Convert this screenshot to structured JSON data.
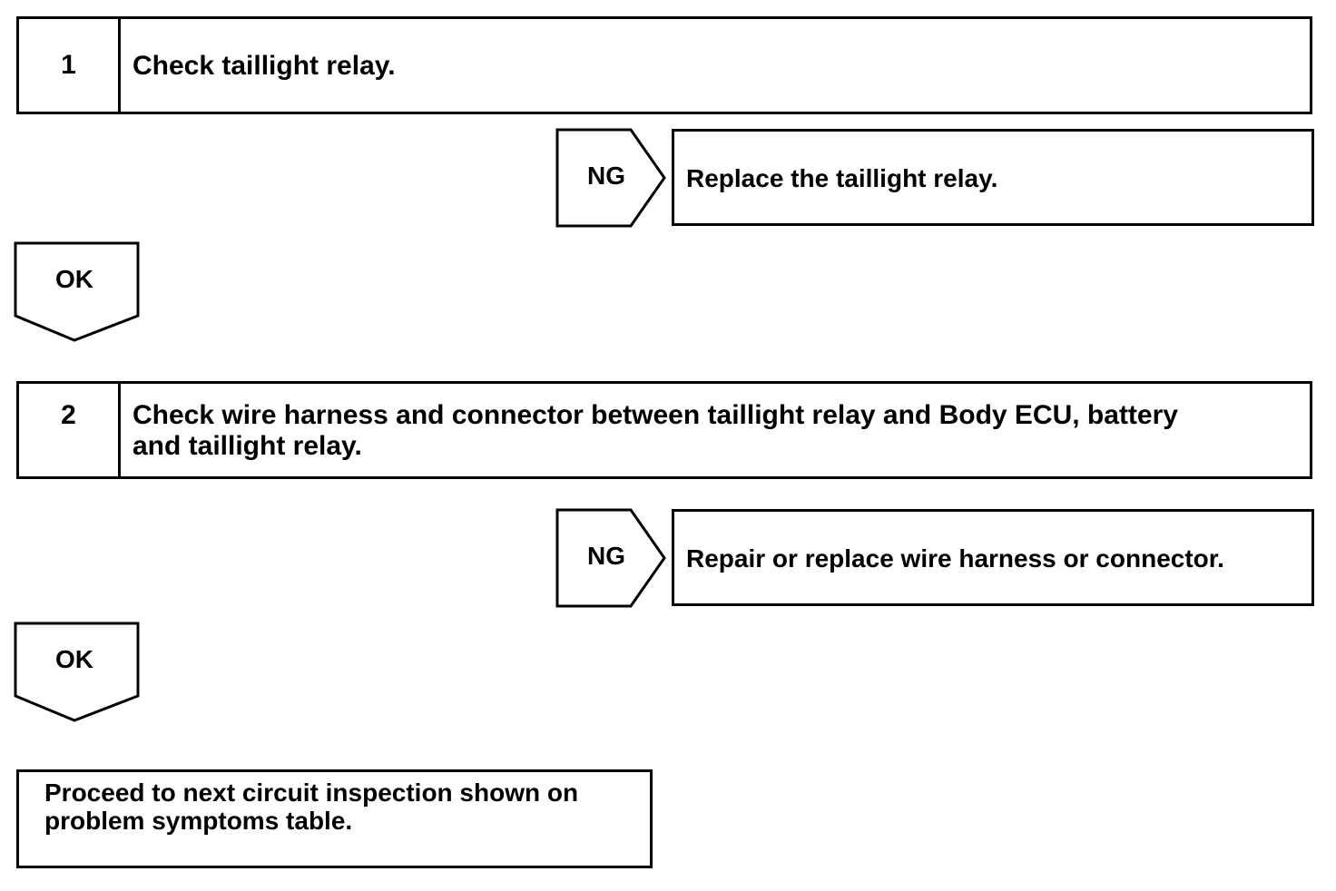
{
  "steps": [
    {
      "number": "1",
      "text": "Check taillight relay.",
      "ng_label": "NG",
      "ng_result": "Replace the taillight relay.",
      "ok_label": "OK"
    },
    {
      "number": "2",
      "text_line1": "Check wire harness and connector between taillight relay and Body ECU, battery",
      "text_line2": "and taillight relay.",
      "ng_label": "NG",
      "ng_result": "Repair or replace wire harness or connector.",
      "ok_label": "OK"
    }
  ],
  "final": {
    "line1": "Proceed to next circuit inspection shown on",
    "line2": "problem symptoms table."
  }
}
